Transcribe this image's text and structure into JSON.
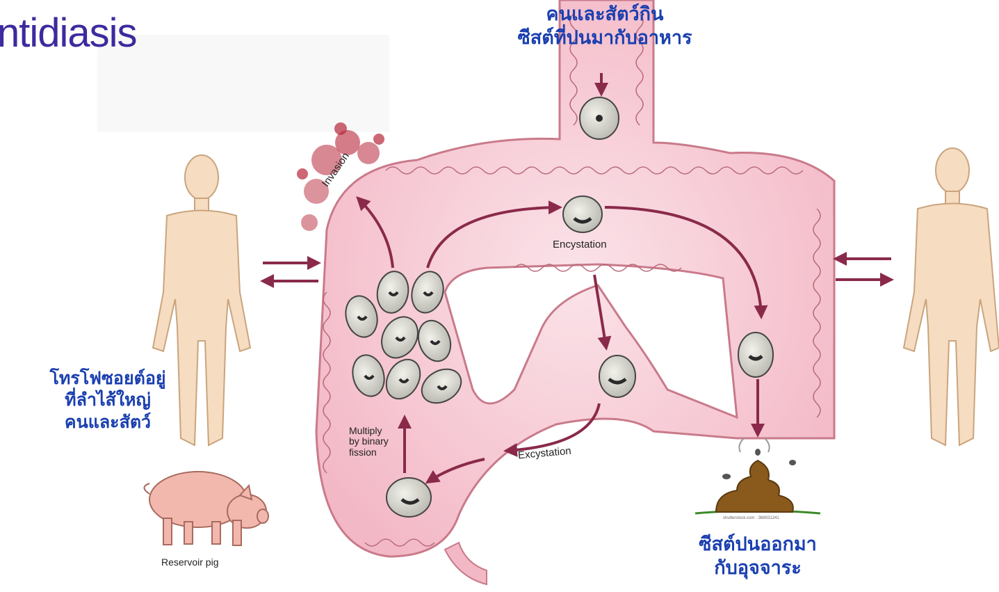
{
  "title": "ntidiasis",
  "thai_labels": {
    "ingest": [
      "คนและสัตว์กิน",
      "ซีสต์ที่ปนมากับอาหาร"
    ],
    "trophozoite": [
      "โทรโฟซอยต์อยู่",
      "ที่ลำไส้ใหญ่",
      "คนและสัตว์"
    ],
    "excreted": [
      "ซีสต์ปนออกมา",
      "กับอุจจาระ"
    ]
  },
  "diagram_labels": {
    "invasion": "Invasion",
    "encystation": "Encystation",
    "excystation": "Excystation",
    "multiply": [
      "Multiply",
      "by binary",
      "fission"
    ],
    "reservoir": "Reservoir pig",
    "watermark": "shutterstock.com · 368031241"
  },
  "colors": {
    "title": "#3d2a9e",
    "thai_text": "#1a3fb0",
    "intestine_fill": "#f6c9d3",
    "intestine_edge": "#c97a8a",
    "arrow": "#8a2a4a",
    "cyst_fill": "#d9d9d2",
    "skin": "#f6dcc0",
    "pig": "#f2b8ad",
    "blood": "#b8273a",
    "poop": "#8a5a1c"
  },
  "icons": [
    "human-figure-icon",
    "pig-icon",
    "cyst-icon",
    "poop-icon",
    "fly-icon"
  ]
}
